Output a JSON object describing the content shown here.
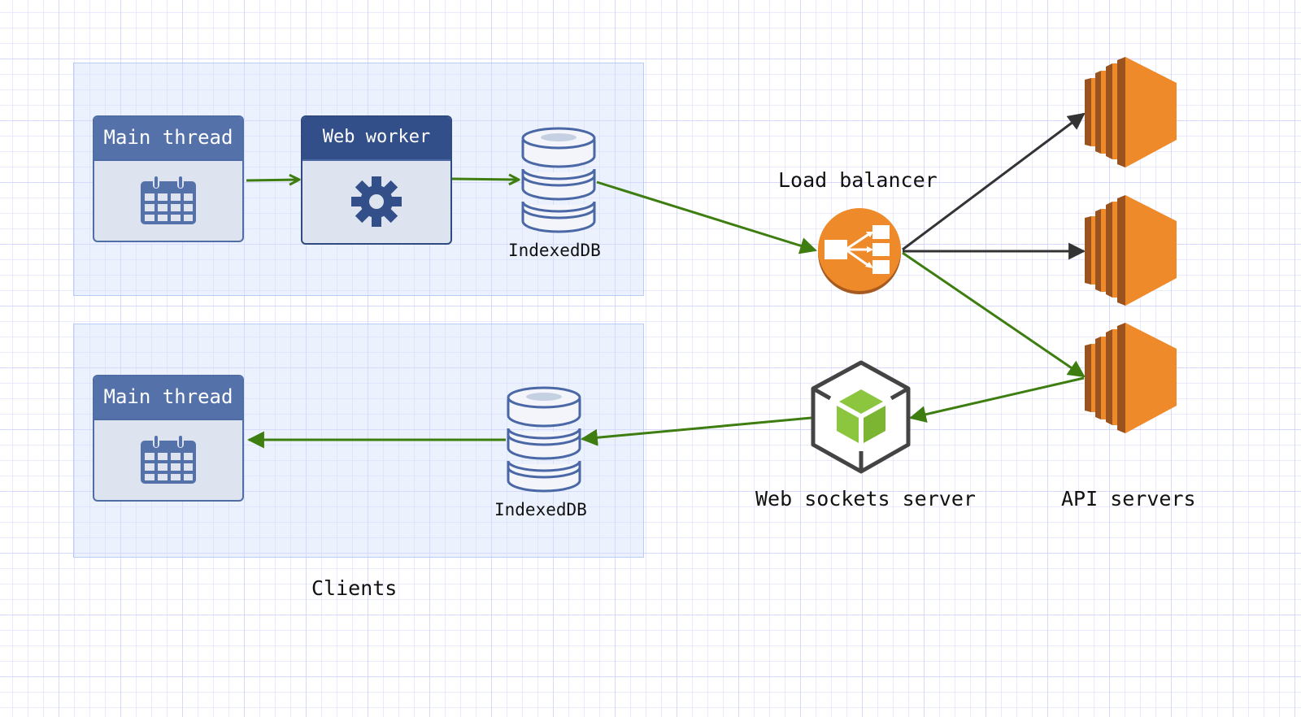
{
  "diagram": {
    "groups": {
      "clients_label": "Clients"
    },
    "nodes": {
      "main_thread_top": {
        "title": "Main thread",
        "icon": "calendar-icon"
      },
      "web_worker": {
        "title": "Web worker",
        "icon": "gear-icon"
      },
      "indexeddb_top": {
        "label": "IndexedDB",
        "icon": "database-icon"
      },
      "main_thread_bottom": {
        "title": "Main thread",
        "icon": "calendar-icon"
      },
      "indexeddb_bottom": {
        "label": "IndexedDB",
        "icon": "database-icon"
      },
      "load_balancer": {
        "label": "Load balancer",
        "icon": "load-balancer-icon"
      },
      "web_sockets_server": {
        "label": "Web sockets server",
        "icon": "cube-icon"
      },
      "api_servers": {
        "label": "API servers",
        "icon": "server-icon",
        "count": 3
      }
    },
    "edges": [
      {
        "from": "Main thread",
        "to": "Web worker",
        "color": "#3e7d0f"
      },
      {
        "from": "Web worker",
        "to": "IndexedDB",
        "color": "#3e7d0f"
      },
      {
        "from": "IndexedDB",
        "to": "Load balancer",
        "color": "#3e7d0f"
      },
      {
        "from": "Load balancer",
        "to": "API server 1",
        "color": "#333333"
      },
      {
        "from": "Load balancer",
        "to": "API server 2",
        "color": "#333333"
      },
      {
        "from": "Load balancer",
        "to": "API server 3",
        "color": "#3e7d0f"
      },
      {
        "from": "API server 3",
        "to": "Web sockets server",
        "color": "#3e7d0f"
      },
      {
        "from": "Web sockets server",
        "to": "IndexedDB",
        "color": "#3e7d0f"
      },
      {
        "from": "IndexedDB",
        "to": "Main thread",
        "color": "#3e7d0f"
      }
    ],
    "colors": {
      "card_border": "#4f6ea6",
      "card_header": "#5471aa",
      "card_header_dark": "#334f8a",
      "aws_orange": "#ee8a2a",
      "aws_dark_orange": "#9a531f",
      "cube_green": "#8cc63f",
      "edge_green": "#3e7d0f",
      "edge_dark": "#333333"
    }
  }
}
